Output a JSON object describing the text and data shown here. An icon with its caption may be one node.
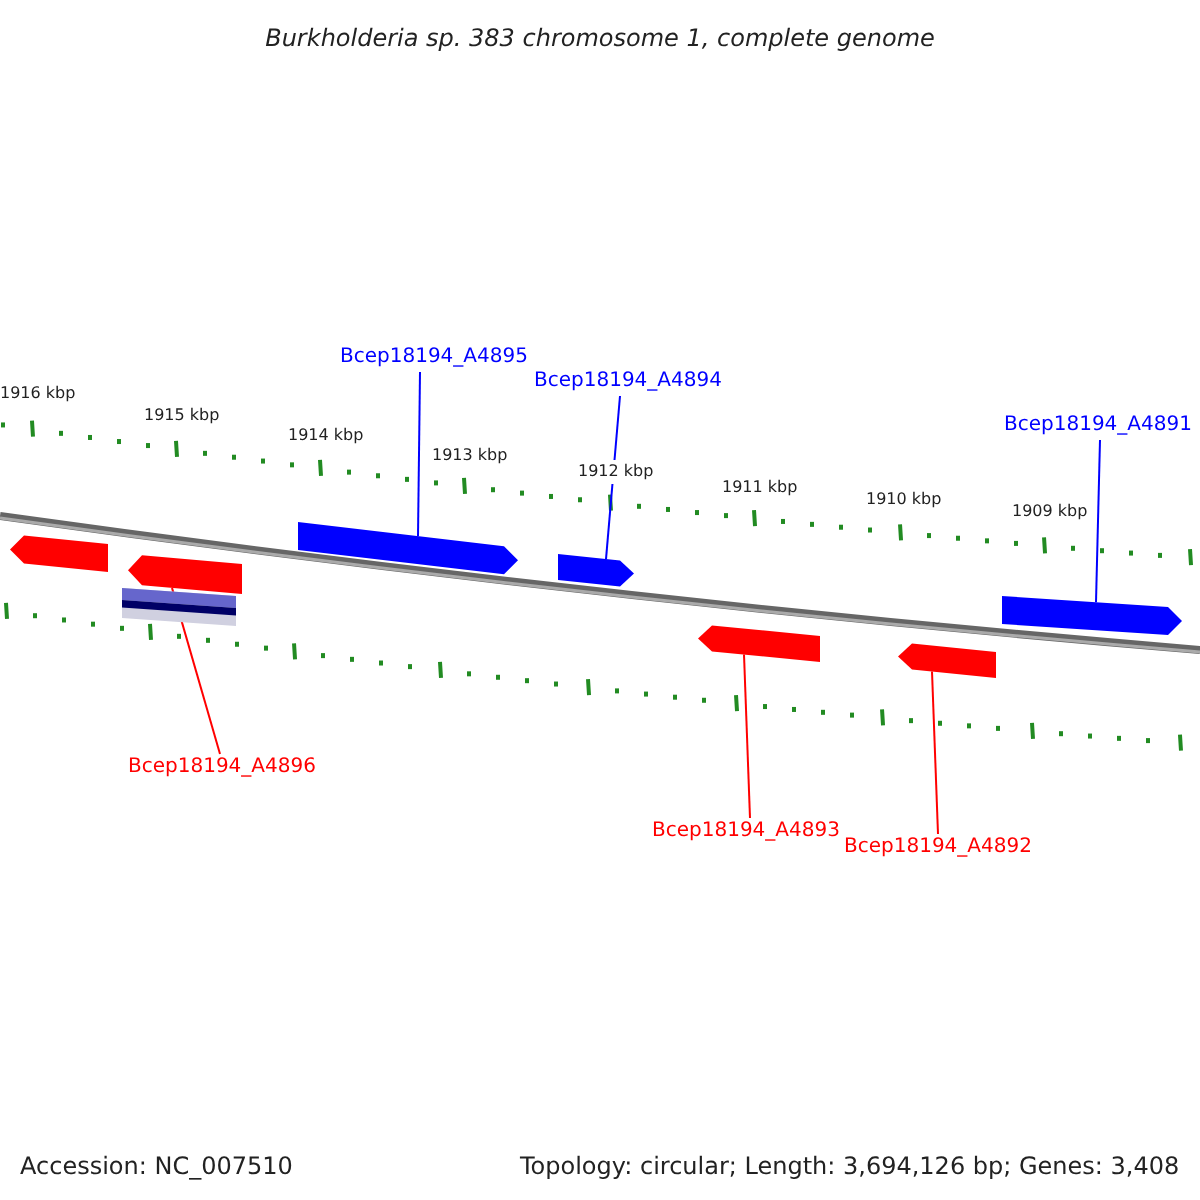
{
  "diagram": {
    "title": "Burkholderia sp. 383 chromosome 1, complete genome",
    "nodes": [
      {
        "text": [],
        "shape": "arrow"
      },
      {
        "text": [],
        "shape": "arrow"
      },
      {
        "text": [],
        "shape": "bar"
      },
      {
        "text": [],
        "shape": "arrow"
      },
      {
        "text": [],
        "shape": "arrow"
      },
      {
        "text": [],
        "shape": "arrow"
      },
      {
        "text": [],
        "shape": "arrow"
      },
      {
        "text": [],
        "shape": "arrow"
      },
      {
        "text": [
          "Bcep18194_A4895"
        ]
      },
      {
        "text": [
          "Bcep18194_A4894"
        ]
      },
      {
        "text": [
          "Bcep18194_A4891"
        ]
      },
      {
        "text": [
          "Bcep18194_A4896"
        ]
      },
      {
        "text": [
          "Bcep18194_A4893"
        ]
      },
      {
        "text": [
          "Bcep18194_A4892"
        ]
      }
    ],
    "edges": [
      {
        "from": 8,
        "to": 3,
        "arrow": "none",
        "color": "#0000ff"
      },
      {
        "from": 9,
        "to": 4,
        "arrow": "none",
        "color": "#0000ff"
      },
      {
        "from": 10,
        "to": 7,
        "arrow": "none",
        "color": "#0000ff"
      },
      {
        "from": 11,
        "to": 1,
        "arrow": "none",
        "color": "#ff0000"
      },
      {
        "from": 12,
        "to": 5,
        "arrow": "none",
        "color": "#ff0000"
      },
      {
        "from": 13,
        "to": 6,
        "arrow": "none",
        "color": "#ff0000"
      }
    ],
    "labels": [
      "1916 kbp",
      "1915 kbp",
      "1914 kbp",
      "1913 kbp",
      "1912 kbp",
      "1911 kbp",
      "1910 kbp",
      "1909 kbp",
      "Accession: NC_007510",
      "Topology: circular; Length: 3,694,126 bp; Genes: 3,408"
    ]
  }
}
